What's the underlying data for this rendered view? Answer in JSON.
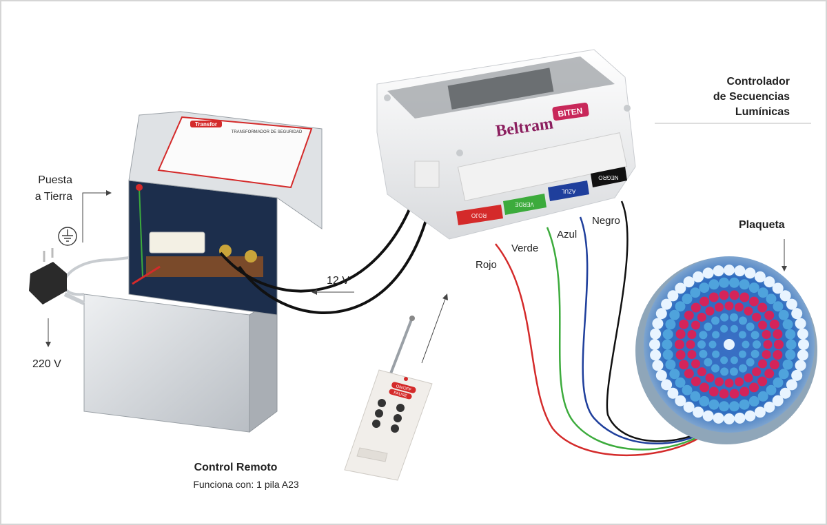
{
  "labels": {
    "controller_title_l1": "Controlador",
    "controller_title_l2": "de Secuencias",
    "controller_title_l3": "Lumínicas",
    "ground_l1": "Puesta",
    "ground_l2": "a Tierra",
    "voltage_in": "220 V",
    "voltage_out": "12 V",
    "plaqueta": "Plaqueta",
    "remote_title": "Control Remoto",
    "remote_note": "Funciona con: 1 pila A23",
    "wire_rojo": "Rojo",
    "wire_verde": "Verde",
    "wire_azul": "Azul",
    "wire_negro": "Negro"
  },
  "controller": {
    "brand": "Beltram",
    "brand_sub": "BITEN",
    "terminal_labels": [
      "ROJO",
      "VERDE",
      "AZUL",
      "NEGRO"
    ]
  },
  "transformer": {
    "brand": "Transfor",
    "plate_title": "TRANSFORMADOR DE SEGURIDAD"
  },
  "remote": {
    "btn_power": "ON/OFF",
    "btn_pause": "PAUSE"
  },
  "colors": {
    "rojo": "#d42a2a",
    "verde": "#3cab3c",
    "azul": "#1f3f9c",
    "negro": "#111111",
    "led_blue": "#4fa3dc",
    "led_red": "#d4245a",
    "led_white": "#e8f4ff"
  }
}
